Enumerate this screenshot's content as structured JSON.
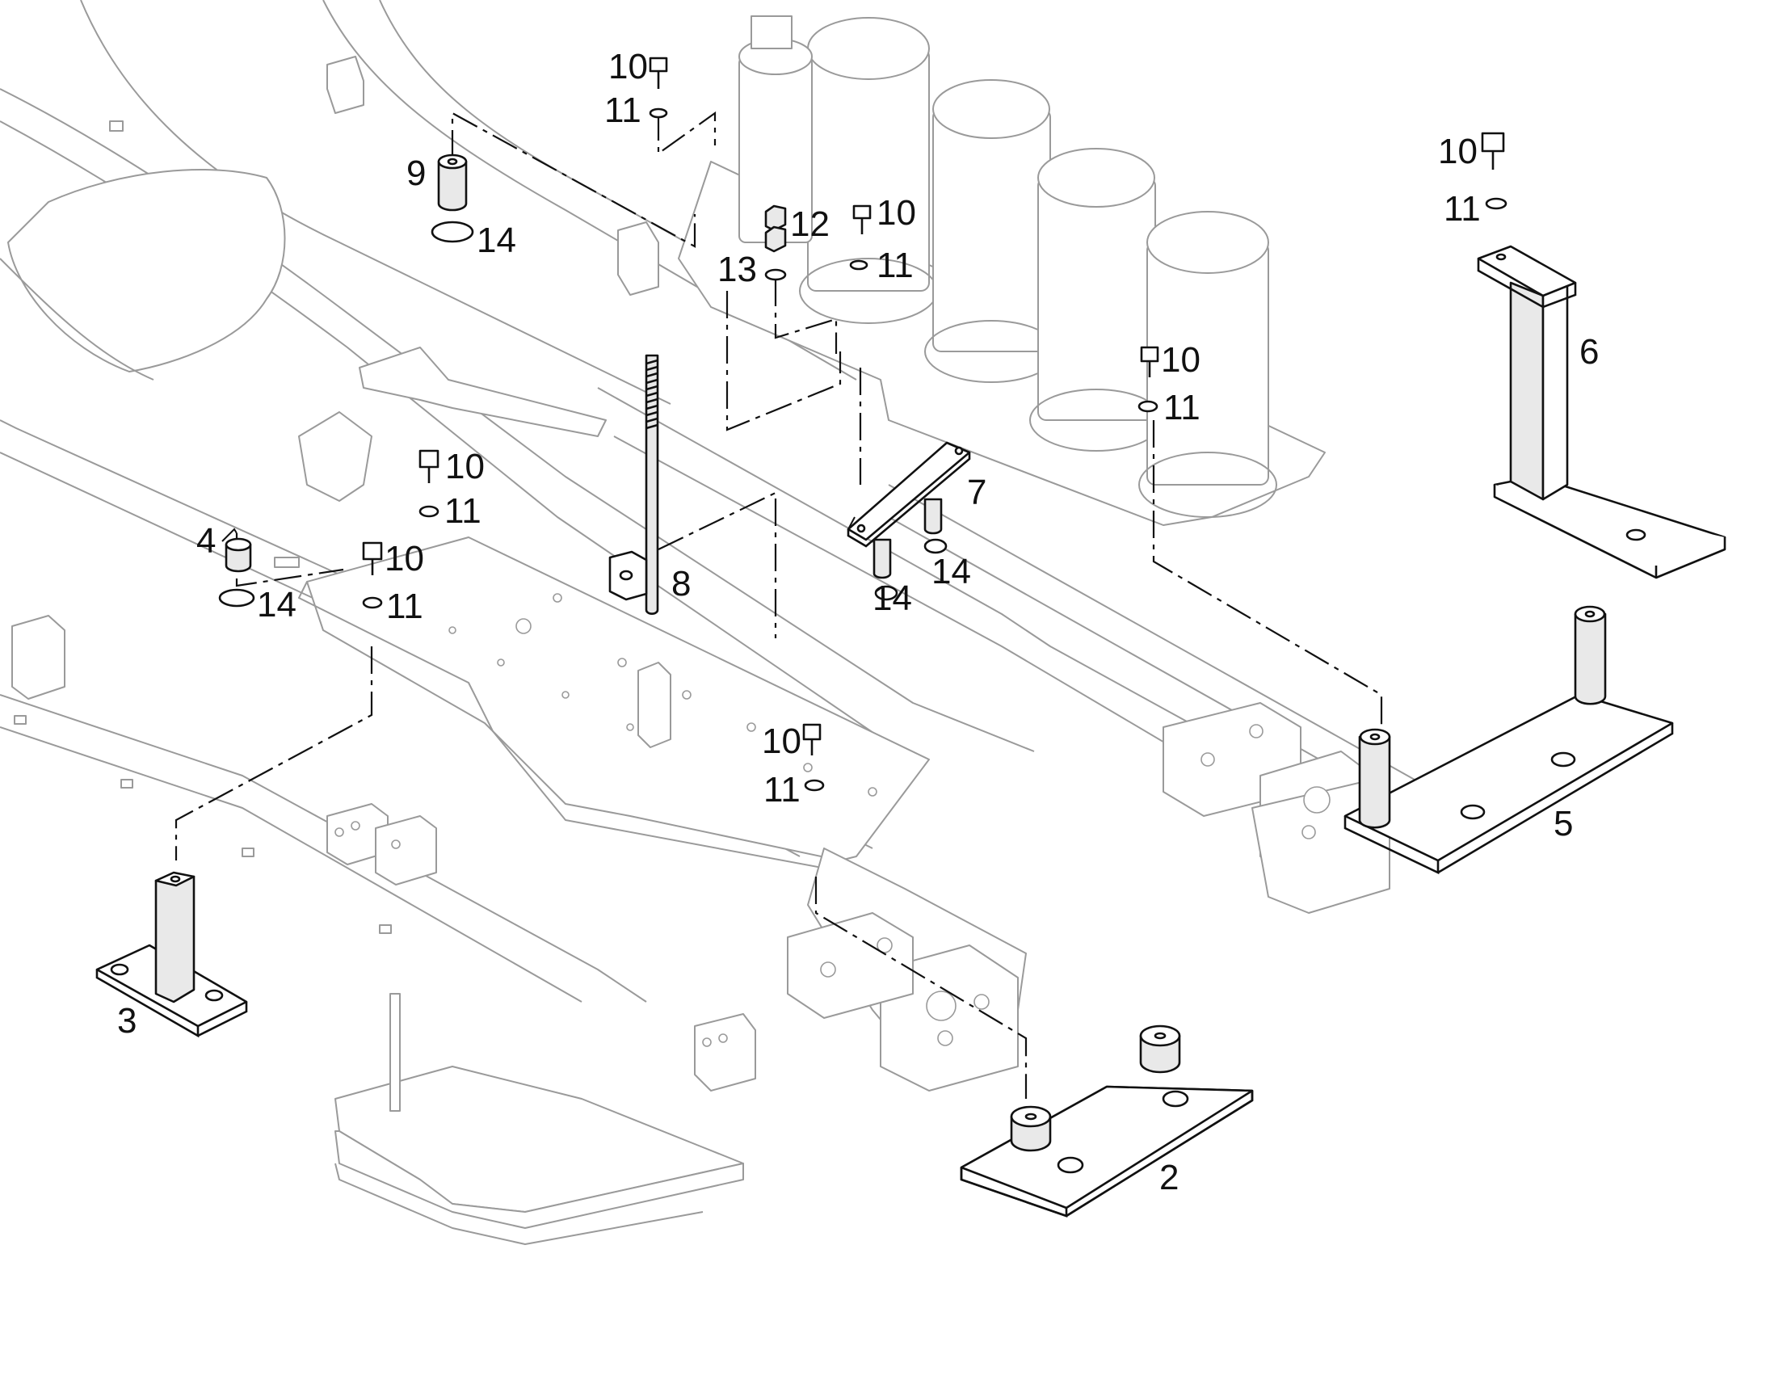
{
  "callouts": {
    "c2": "2",
    "c3": "3",
    "c4": "4",
    "c5": "5",
    "c6": "6",
    "c7": "7",
    "c8": "8",
    "c9": "9",
    "c10a": "10",
    "c10b": "10",
    "c10c": "10",
    "c10d": "10",
    "c10e": "10",
    "c10f": "10",
    "c10g": "10",
    "c11a": "11",
    "c11b": "11",
    "c11c": "11",
    "c11d": "11",
    "c11e": "11",
    "c11f": "11",
    "c11g": "11",
    "c12": "12",
    "c13": "13",
    "c14a": "14",
    "c14b": "14",
    "c14c": "14",
    "c14d": "14"
  }
}
